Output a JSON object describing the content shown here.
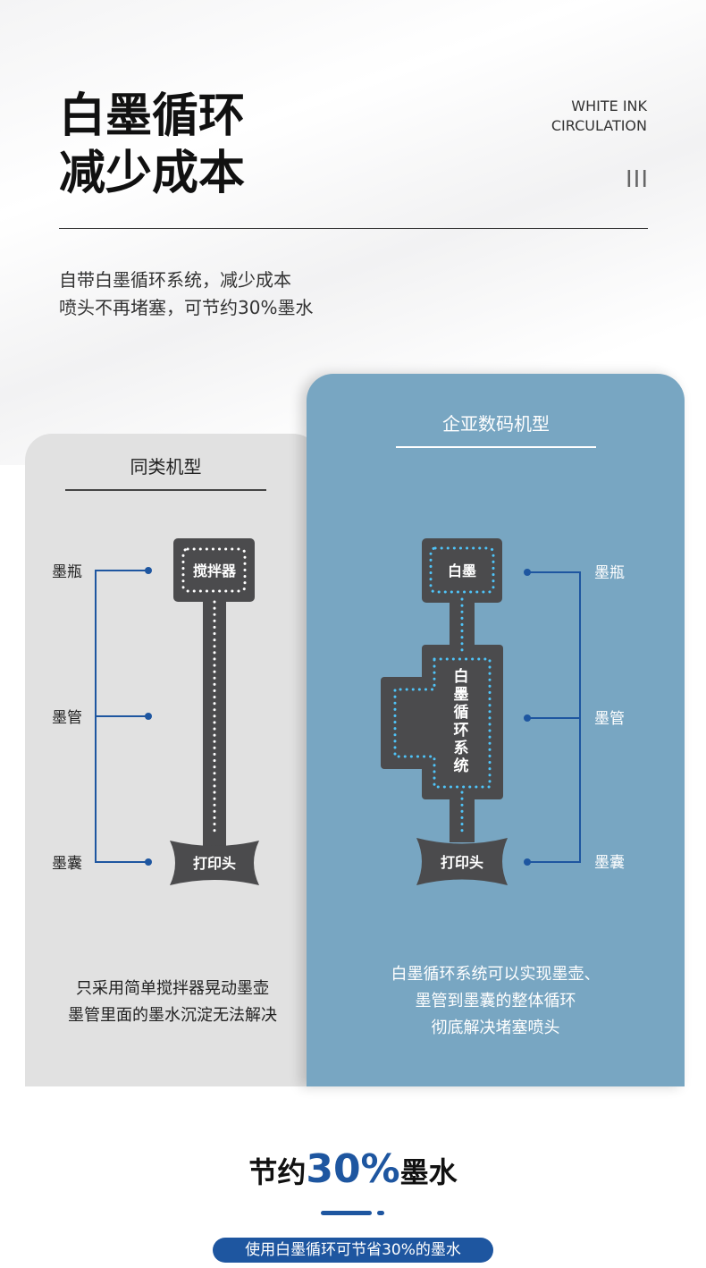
{
  "header": {
    "title_line1": "白墨循环",
    "title_line2": "减少成本",
    "en_line1": "WHITE INK",
    "en_line2": "CIRCULATION",
    "roman": "III"
  },
  "intro": {
    "line1": "自带白墨循环系统，减少成本",
    "line2": "喷头不再堵塞，可节约30%墨水"
  },
  "left_panel": {
    "title": "同类机型",
    "labels": [
      "墨瓶",
      "墨管",
      "墨囊"
    ],
    "top_box": "搅拌器",
    "head": "打印头",
    "note_line1": "只采用简单搅拌器晃动墨壶",
    "note_line2": "墨管里面的墨水沉淀无法解决"
  },
  "right_panel": {
    "title": "企亚数码机型",
    "labels": [
      "墨瓶",
      "墨管",
      "墨囊"
    ],
    "top_box": "白墨",
    "system_chars": [
      "白",
      "墨",
      "循",
      "环",
      "系",
      "统"
    ],
    "head": "打印头",
    "note_line1": "白墨循环系统可以实现墨壶、",
    "note_line2": "墨管到墨囊的整体循环",
    "note_line3": "彻底解决堵塞喷头"
  },
  "footer": {
    "save_prefix": "节约",
    "save_pct": "30%",
    "save_suffix": "墨水",
    "pill": "使用白墨循环可节省30%的墨水"
  },
  "colors": {
    "gray_panel": "#e1e1e1",
    "blue_panel": "#78a6c2",
    "diagram_dark": "#4b4b4d",
    "accent_blue": "#1e56a0",
    "cyan_dots": "#4fc3f7"
  }
}
